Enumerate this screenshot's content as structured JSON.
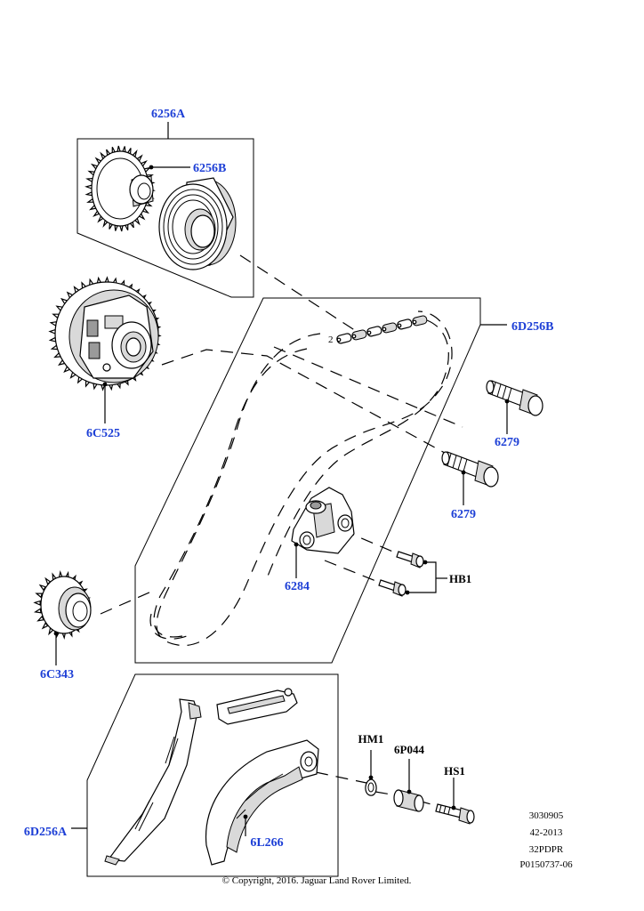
{
  "labels": {
    "cam_sprocket_assembly": "6256A",
    "sprocket": "6256B",
    "timing_chain": "6D256B",
    "vct_unit": "6C525",
    "bolt_upper": "6279",
    "bolt_lower": "6279",
    "tensioner": "6284",
    "bolt_group": "HB1",
    "crank_sprocket": "6C343",
    "guide_assembly": "6D256A",
    "tensioner_arm": "6L266",
    "clip": "HM1",
    "pivot_pin": "6P044",
    "pivot_bolt": "HS1"
  },
  "reference": {
    "line1": "3030905",
    "line2": "42-2013",
    "line3": "32PDPR",
    "line4": "P0150737-06"
  },
  "copyright": "© Copyright, 2016. Jaguar Land Rover Limited."
}
